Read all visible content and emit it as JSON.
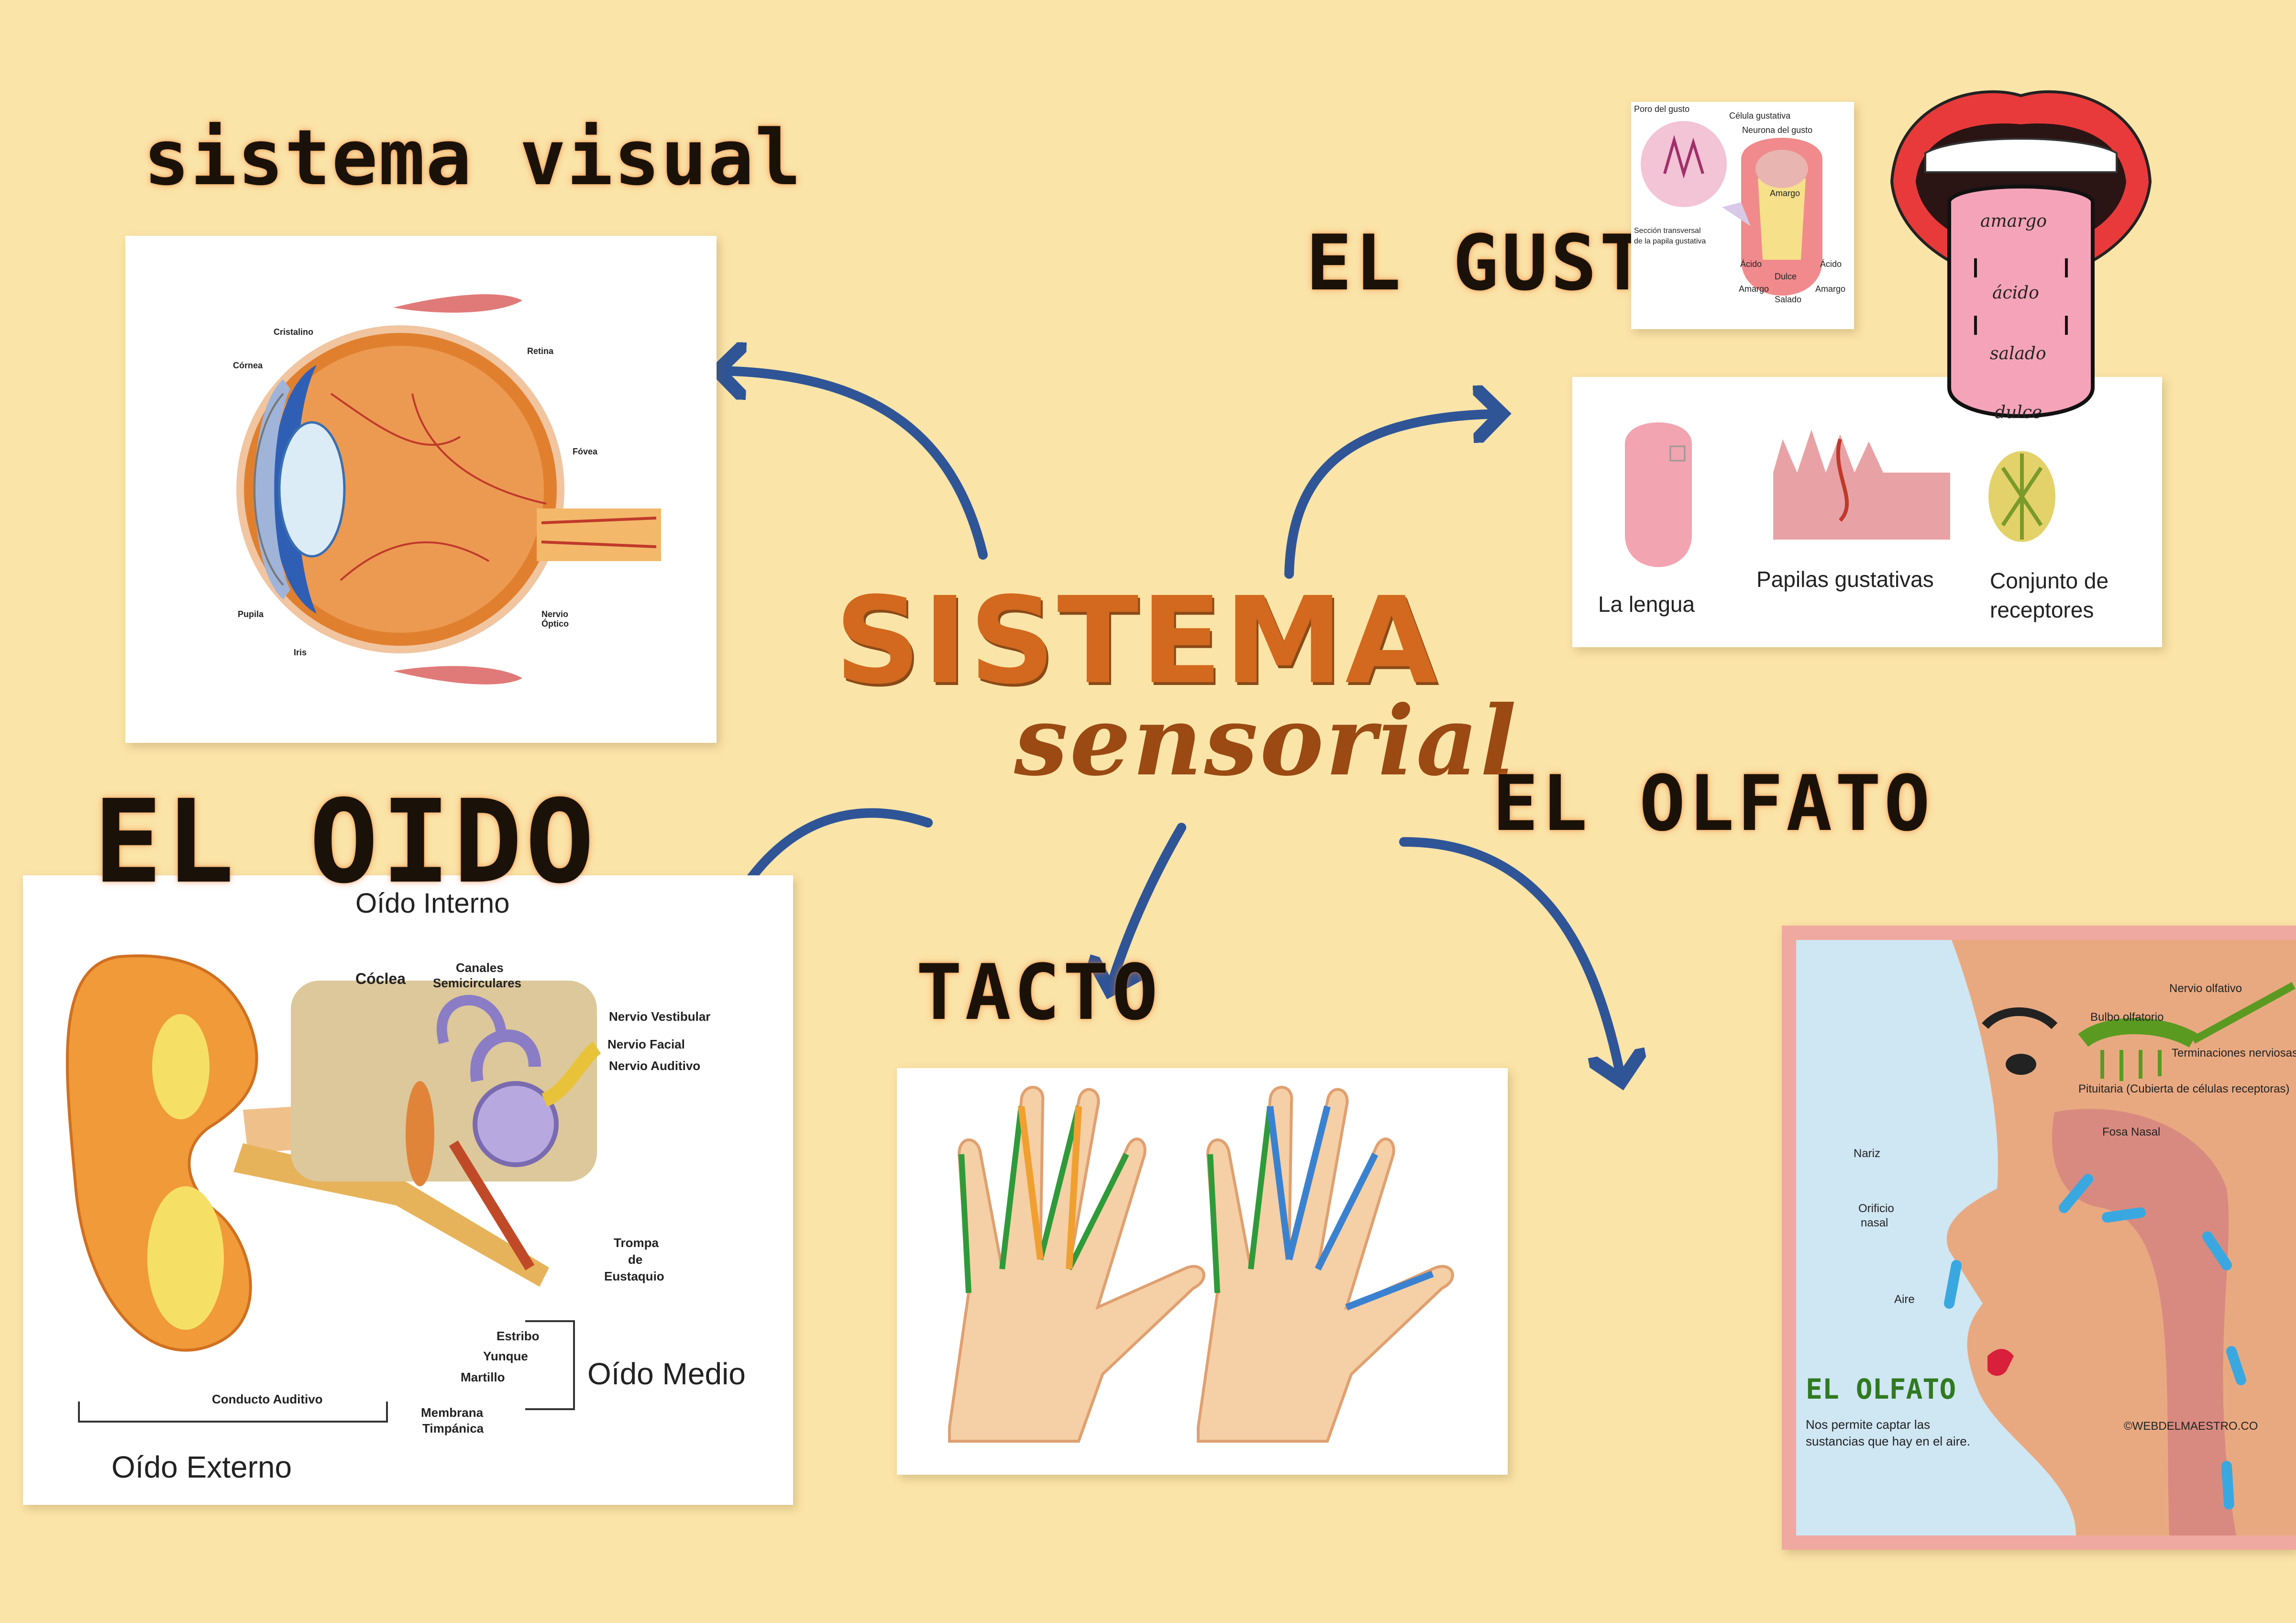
{
  "center": {
    "title": "SISTEMA",
    "subtitle": "sensorial"
  },
  "visual": {
    "title": "sistema visual",
    "labels": {
      "cristalino": "Cristalino",
      "cornea": "Córnea",
      "retina": "Retina",
      "fovea": "Fóvea",
      "pupila": "Pupila",
      "iris": "Iris",
      "nervio1": "Nervio",
      "nervio2": "Óptico"
    }
  },
  "gusto": {
    "title": "EL GUSTO",
    "small": {
      "poro": "Poro del gusto",
      "celula": "Célula gustativa",
      "neurona": "Neurona del gusto",
      "amargo": "Amargo",
      "seccion1": "Sección transversal",
      "seccion2": "de la papila gustativa",
      "acido1": "Ácido",
      "acido2": "Ácido",
      "dulce": "Dulce",
      "amargo2": "Amargo",
      "salado": "Salado",
      "amargo3": "Amargo"
    },
    "mouth": {
      "amargo": "amargo",
      "acido": "ácido",
      "salado": "salado",
      "dulce": "dulce"
    },
    "lower": {
      "lengua": "La lengua",
      "papilas": "Papilas gustativas",
      "conjunto1": "Conjunto de",
      "conjunto2": "receptores"
    }
  },
  "oido": {
    "title": "EL OIDO",
    "labels": {
      "interno": "Oído Interno",
      "coclea": "Cóclea",
      "canales1": "Canales",
      "canales2": "Semicirculares",
      "vestibular": "Nervio Vestibular",
      "facial": "Nervio Facial",
      "auditivo": "Nervio Auditivo",
      "trompa1": "Trompa",
      "trompa2": "de",
      "trompa3": "Eustaquio",
      "estribo": "Estribo",
      "yunque": "Yunque",
      "martillo": "Martillo",
      "medio": "Oído Medio",
      "conducto": "Conducto Auditivo",
      "membrana1": "Membrana",
      "membrana2": "Timpánica",
      "externo": "Oído Externo"
    }
  },
  "tacto": {
    "title": "TACTO"
  },
  "olfato": {
    "title": "EL OLFATO",
    "labels": {
      "nervio": "Nervio olfativo",
      "bulbo": "Bulbo olfatorio",
      "terminaciones": "Terminaciones nerviosas",
      "pituitaria": "Pituitaria (Cubierta de células receptoras)",
      "fosa": "Fosa Nasal",
      "nariz": "Nariz",
      "orificio1": "Orificio",
      "orificio2": "nasal",
      "aire": "Aire",
      "inner_title": "EL OLFATO",
      "desc1": "Nos permite captar las",
      "desc2": "sustancias que hay en el aire.",
      "copyright": "©WEBDELMAESTRO.CO"
    }
  },
  "colors": {
    "background": "#fbe4a8",
    "arrow": "#2f5597",
    "title_orange": "#d2691e",
    "title_brown": "#9a4a12"
  }
}
